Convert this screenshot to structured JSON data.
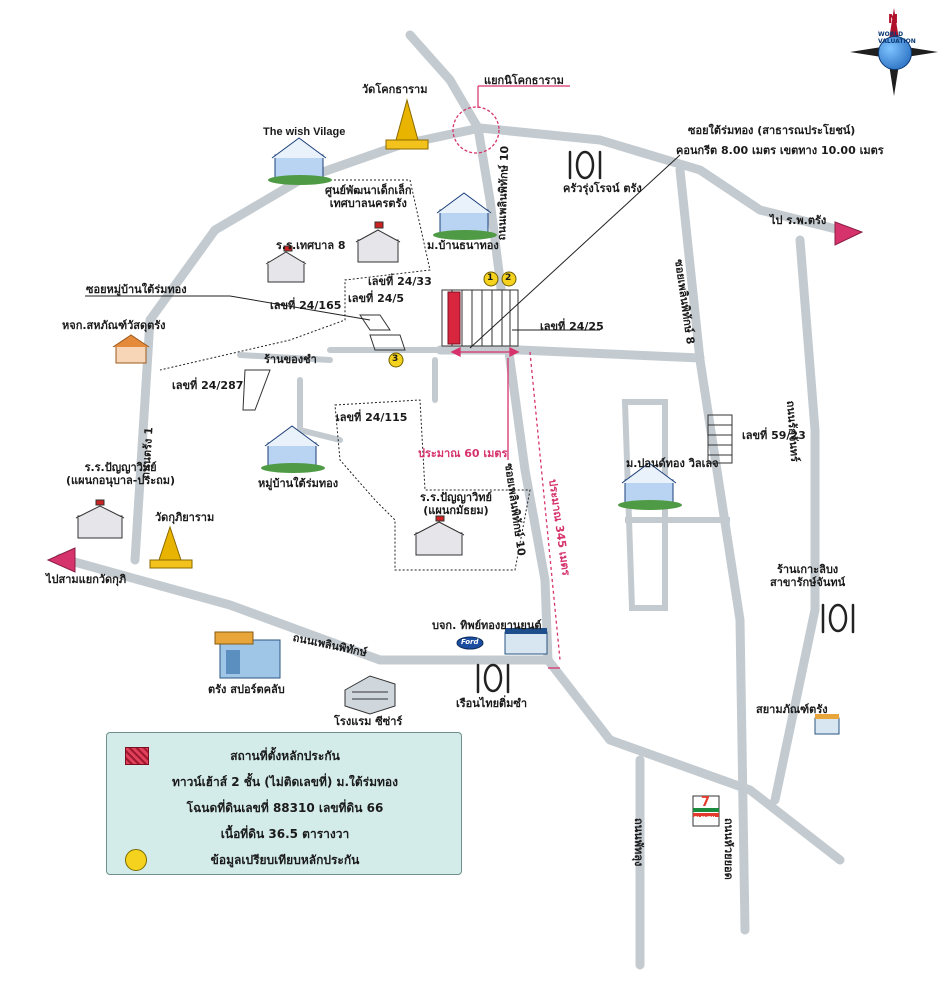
{
  "labels": {
    "wat_khok": "วัดโคกธาราม",
    "wish_village": "The wish Vilage",
    "khok_intersection": "แยกนิโคกธาราม",
    "soi_tai_rom_tong_title": "ซอยใต้ร่มทอง (สาธารณประโยชน์)",
    "soi_tai_rom_tong_spec": "คอนกรีต 8.00 เมตร เขตทาง 10.00 เมตร",
    "krua_rung_rot": "ครัวรุ่งโรจน์ ตรัง",
    "child_center_1": "ศูนย์พัฒนาเด็กเล็ก",
    "child_center_2": "เทศบาลนครตรัง",
    "rr_tessaban": "ร.ร.เทศบาล 8",
    "moo_ban_thana_thong": "ม.บ้านธนาทอง",
    "to_hospital": "ไป ร.พ.ตรัง",
    "soi_moo_ban": "ซอยหมู่บ้านใต้ร่มทอง",
    "no_24_33": "เลขที่ 24/33",
    "no_24_5": "เลขที่ 24/5",
    "no_24_165": "เลขที่ 24/165",
    "no_24_25": "เลขที่ 24/25",
    "no_24_287": "เลขที่ 24/287",
    "no_24_115": "เลขที่ 24/115",
    "no_59_23": "เลขที่ 59/23",
    "shop_khong_cha": "ร้านของชำ",
    "coop_shop": "หจก.สหภัณฑ์วัสดุตรัง",
    "moo_ban_tai_rom_tong": "หมู่บ้านใต้ร่มทอง",
    "approx_60": "ประมาณ 60 เมตร",
    "approx_345": "ประมาณ 345 เมตร",
    "rr_panya_1": "ร.ร.ปัญญาวิทย์",
    "rr_panya_1b": "(แผนกอนุบาล-ประถม)",
    "rr_panya_2": "ร.ร.ปัญญาวิทย์",
    "rr_panya_2b": "(แผนกมัธยม)",
    "wat_kuphi": "วัดกุภิยาราม",
    "to_samyaek": "ไปสามแยกวัดกุภิ",
    "mob_pondthong": "ม.ปอนด์ทอง วิลเลจ",
    "ran_kao_lipong_1": "ร้านเกาะลิบง",
    "ran_kao_lipong_2": "สาขารักษ์จันทน์",
    "ford_dealer": "บจก. ทิพย์ทองยานยนต์",
    "ford_logo": "Ford",
    "trang_sport": "ตรัง สปอร์ตคลับ",
    "hotel_sea_sar": "โรงแรม ซีซ่าร์",
    "ruen_thai": "เรือนไทยติ่มซำ",
    "siam_trang": "สยามภัณฑ์ตรัง",
    "seven_eleven": "ELEVEN",
    "seven": "7"
  },
  "roads": {
    "phetkasem_10_top": "ถนนเพลินพิทักษ์ 10",
    "phetkasem_10_mid": "ซอยเพลินพิทักษ์ 10",
    "phetkasem_8": "ซอยเพลินพิทักษ์ 8",
    "trang_1": "ถนนตรัง 1",
    "phloen_phithak": "ถนนเพลินพิทักษ์",
    "wisetkul": "ถนนพัทลุง",
    "huai_yot": "ถนนห้วยยอด",
    "rak_chan": "ถนนรักจันทร์"
  },
  "markers": {
    "m1": "1",
    "m2": "2",
    "m3": "3"
  },
  "legend": {
    "line1": "สถานที่ตั้งหลักประกัน",
    "line2": "ทาวน์เฮ้าส์ 2 ชั้น (ไม่ติดเลขที่) ม.ใต้ร่มทอง",
    "line3": "โฉนดที่ดินเลขที่ 88310 เลขที่ดิน 66",
    "line4": "เนื้อที่ดิน 36.5 ตารางวา",
    "line5": "ข้อมูลเปรียบเทียบหลักประกัน"
  },
  "compass": {
    "north": "N",
    "globe_text": "WORLD VALUATION"
  },
  "colors": {
    "road": "#c4cbd0",
    "road_edge": "#a9b1b6",
    "subject": "#d7263d",
    "comparable": "#f4d21d",
    "arrow": "#d6336c",
    "legend_bg": "#d3ecea"
  }
}
